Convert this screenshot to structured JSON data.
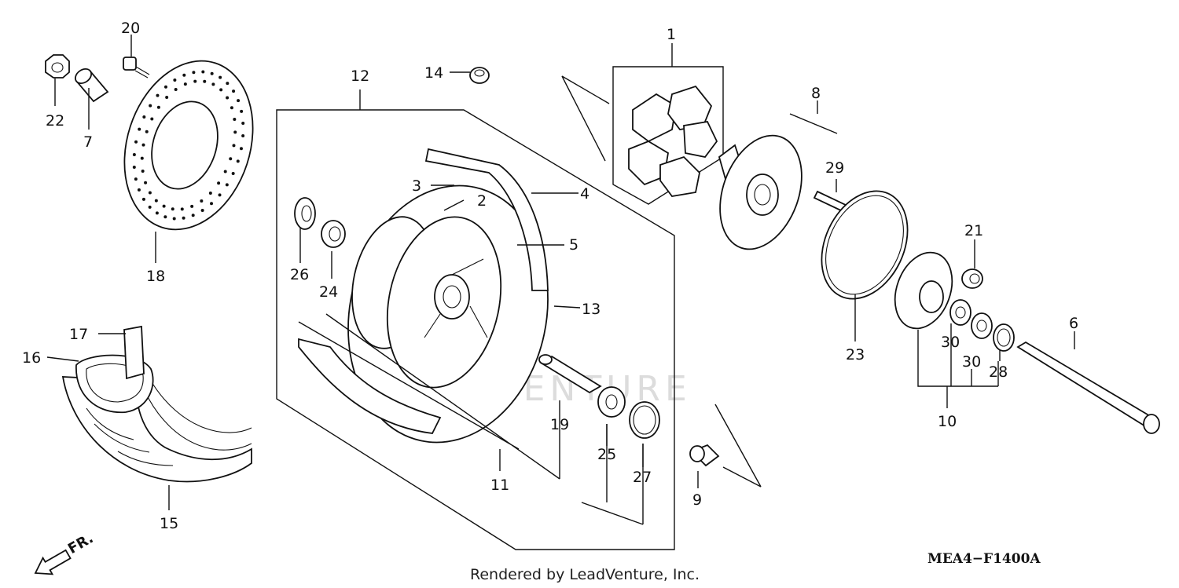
{
  "diagram": {
    "code": "MEA4−F1400A",
    "credit": "Rendered by LeadVenture, Inc.",
    "watermark": "LEADVENTURE",
    "direction": "FR.",
    "callouts": [
      {
        "id": "1",
        "label": "1"
      },
      {
        "id": "2",
        "label": "2"
      },
      {
        "id": "3",
        "label": "3"
      },
      {
        "id": "4",
        "label": "4"
      },
      {
        "id": "5",
        "label": "5"
      },
      {
        "id": "6",
        "label": "6"
      },
      {
        "id": "7",
        "label": "7"
      },
      {
        "id": "8",
        "label": "8"
      },
      {
        "id": "9",
        "label": "9"
      },
      {
        "id": "10",
        "label": "10"
      },
      {
        "id": "11",
        "label": "11"
      },
      {
        "id": "12",
        "label": "12"
      },
      {
        "id": "13",
        "label": "13"
      },
      {
        "id": "14",
        "label": "14"
      },
      {
        "id": "15",
        "label": "15"
      },
      {
        "id": "16",
        "label": "16"
      },
      {
        "id": "17",
        "label": "17"
      },
      {
        "id": "18",
        "label": "18"
      },
      {
        "id": "19",
        "label": "19"
      },
      {
        "id": "20",
        "label": "20"
      },
      {
        "id": "21",
        "label": "21"
      },
      {
        "id": "22",
        "label": "22"
      },
      {
        "id": "23",
        "label": "23"
      },
      {
        "id": "24",
        "label": "24"
      },
      {
        "id": "25",
        "label": "25"
      },
      {
        "id": "26",
        "label": "26"
      },
      {
        "id": "27",
        "label": "27"
      },
      {
        "id": "28",
        "label": "28"
      },
      {
        "id": "29",
        "label": "29"
      },
      {
        "id": "30a",
        "label": "30"
      },
      {
        "id": "30b",
        "label": "30"
      }
    ]
  }
}
